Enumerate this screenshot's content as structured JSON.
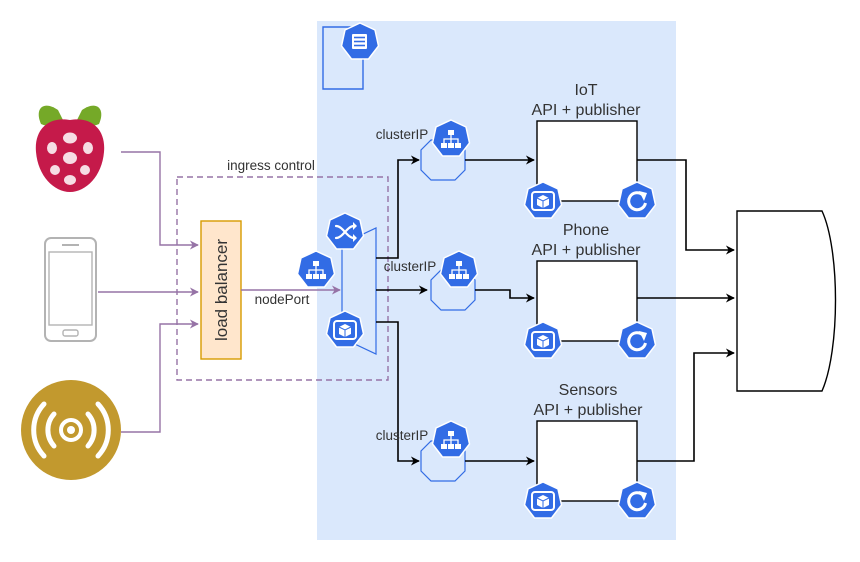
{
  "labels": {
    "ingress": "ingress control",
    "load_balancer": "load balancer",
    "node_port": "nodePort",
    "cluster_ip_1": "clusterIP",
    "cluster_ip_2": "clusterIP",
    "cluster_ip_3": "clusterIP"
  },
  "services": [
    {
      "name": "IoT",
      "subtitle": "API + publisher"
    },
    {
      "name": "Phone",
      "subtitle": "API + publisher"
    },
    {
      "name": "Sensors",
      "subtitle": "API + publisher"
    }
  ],
  "icons": {
    "device_1": "raspberry-pi-icon",
    "device_2": "smartphone-icon",
    "device_3": "wireless-sensor-icon",
    "namespace": "kubernetes-namespace-icon",
    "service": "kubernetes-service-icon",
    "deployment": "kubernetes-deployment-icon",
    "pod": "kubernetes-pod-icon",
    "ingress": "kubernetes-ingress-icon",
    "storage": "data-storage-icon"
  },
  "colors": {
    "cluster_bg": "#dae8fc",
    "k8s_blue": "#326ce5",
    "external_link": "#9673a6",
    "load_balancer_fill": "#ffe6cc",
    "load_balancer_stroke": "#d79b00",
    "raspberry": "#c51a4a",
    "leaf": "#75a928",
    "sensor": "#c2992e",
    "phone": "#b3b3b3"
  }
}
